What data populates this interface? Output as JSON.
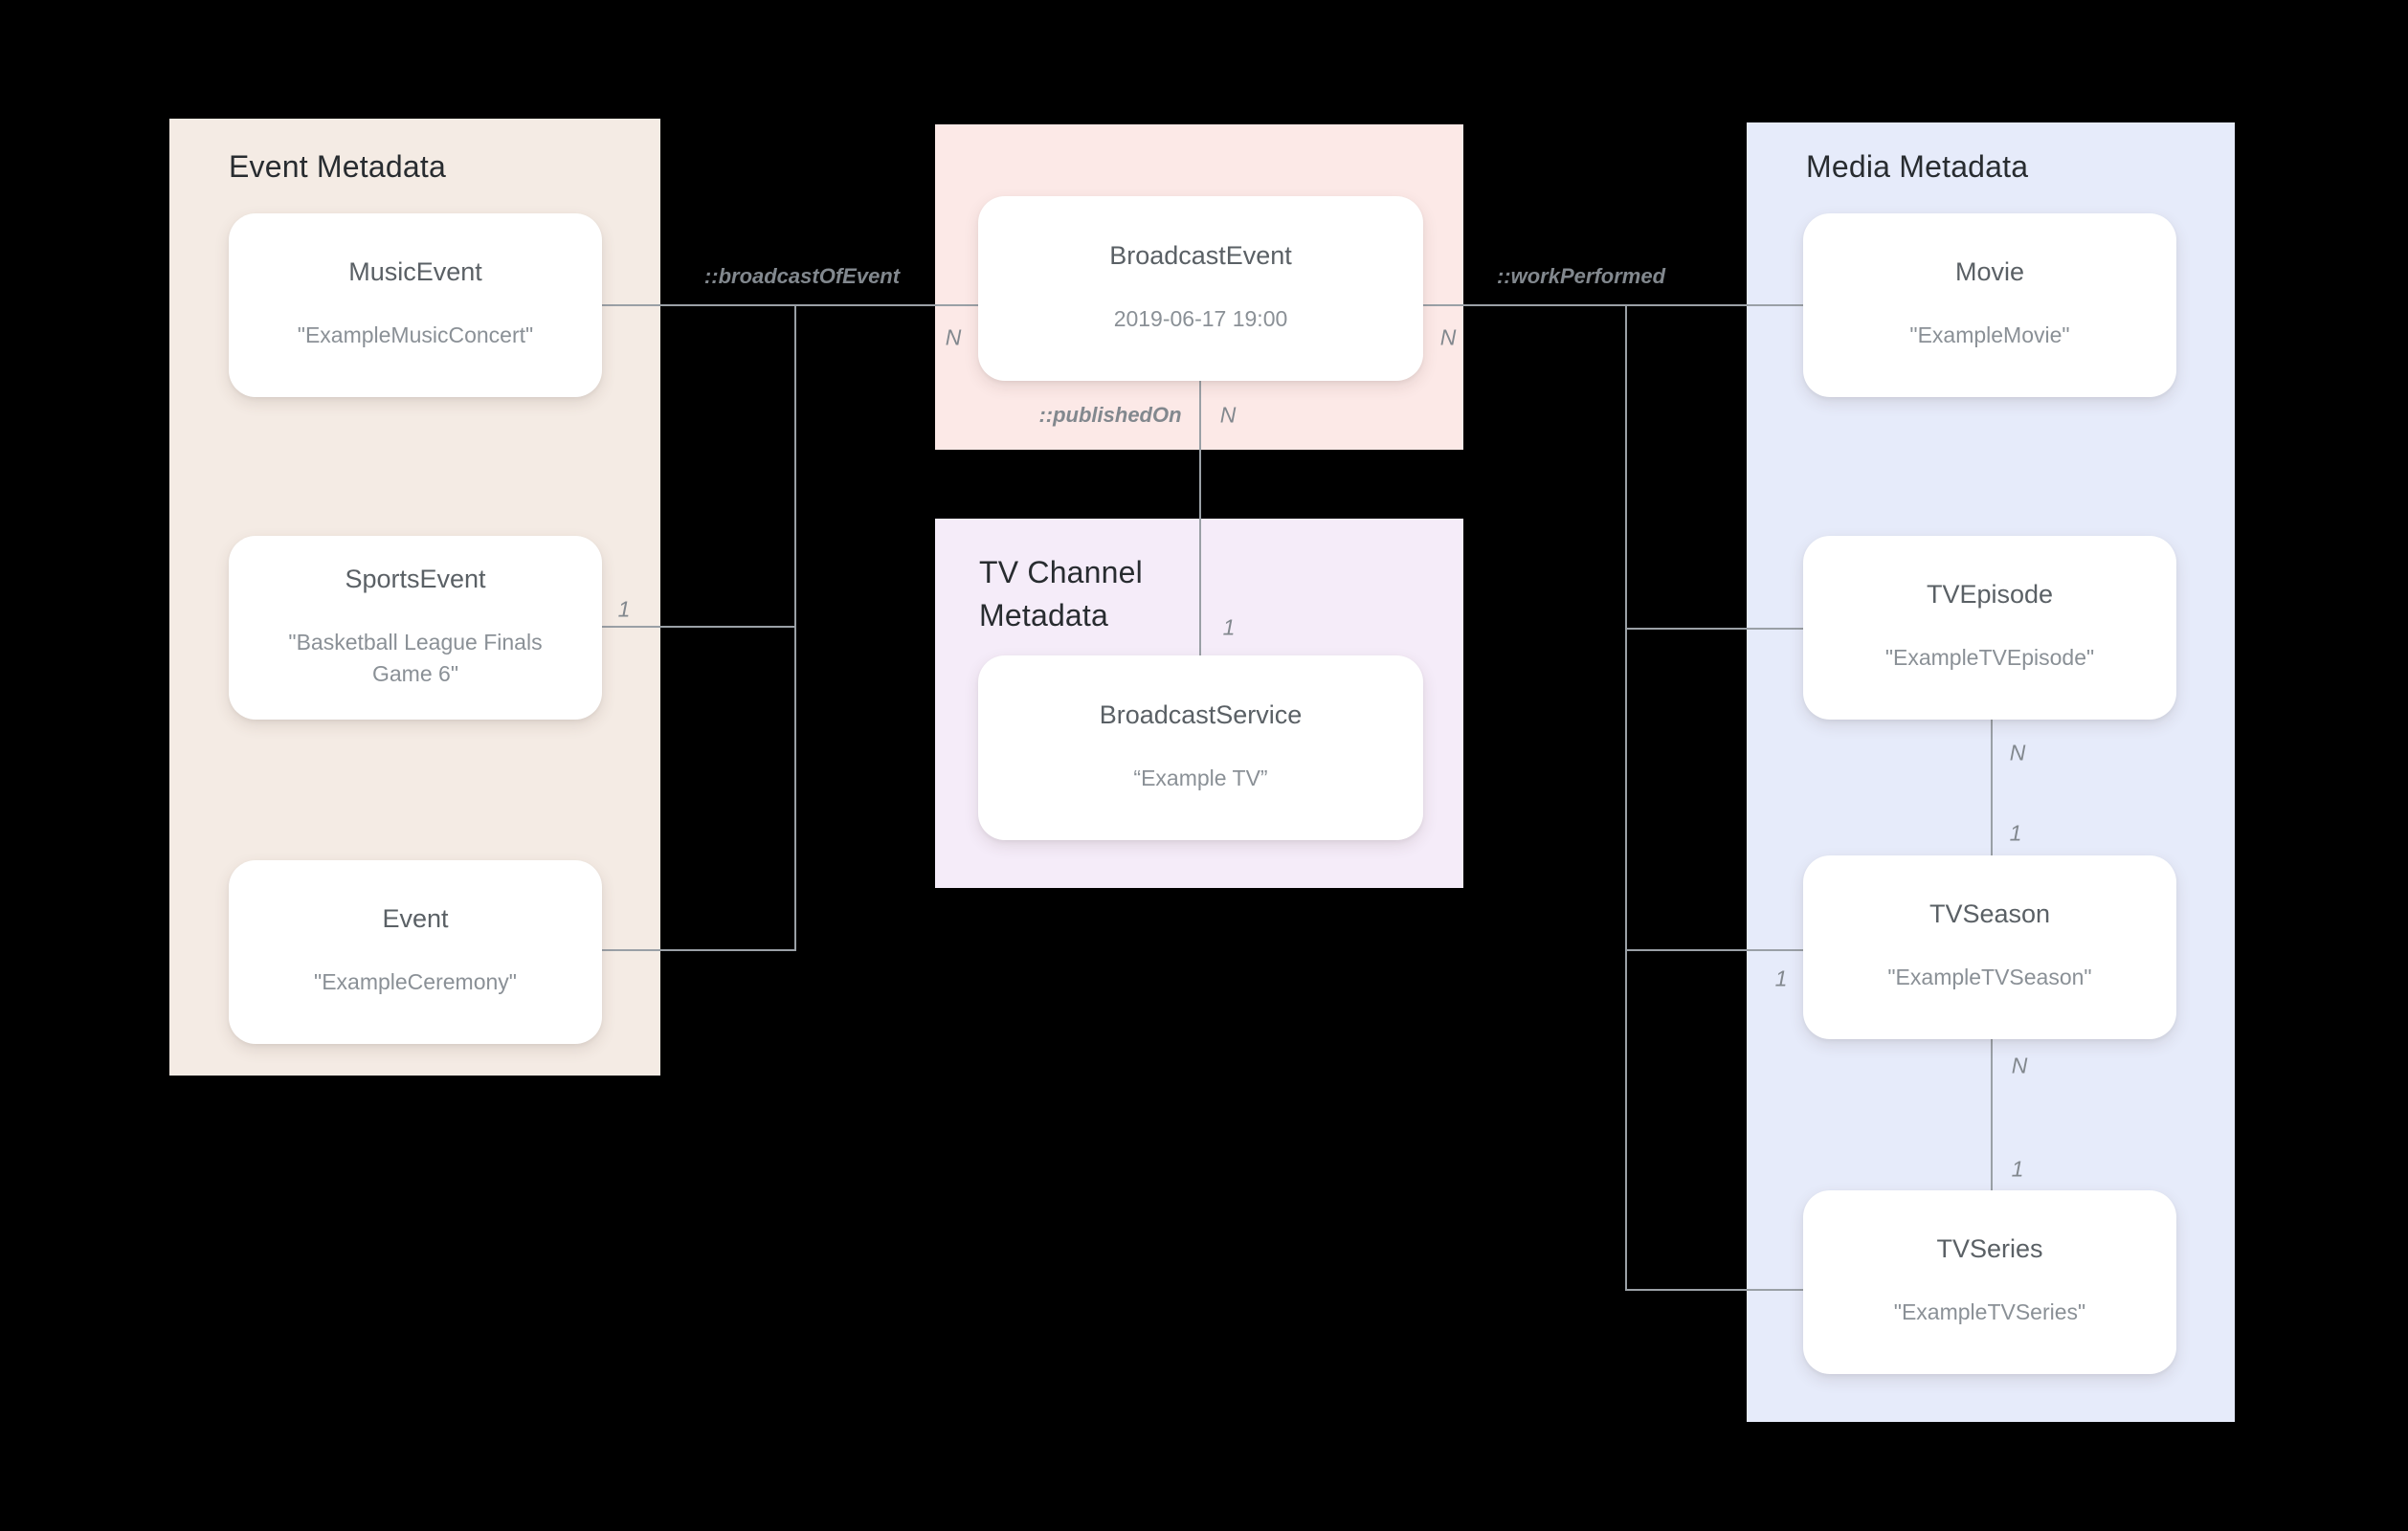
{
  "colors": {
    "event_panel_bg": "#f4ebe4",
    "broadcast_panel_bg": "#fce9e7",
    "tv_channel_panel_bg": "#f5ecf9",
    "media_panel_bg": "#e6ebfa",
    "card_bg": "#ffffff",
    "line": "#9aa0a6",
    "panel_title": "#282c30",
    "card_title": "#5a6065",
    "card_value": "#8a9096",
    "edge_label": "#82888e"
  },
  "panels": {
    "event": {
      "title": "Event Metadata",
      "cards": [
        {
          "title": "MusicEvent",
          "value": "\"ExampleMusicConcert\""
        },
        {
          "title": "SportsEvent",
          "value": "\"Basketball League Finals Game 6\""
        },
        {
          "title": "Event",
          "value": "\"ExampleCeremony\""
        }
      ]
    },
    "broadcast": {
      "cards": [
        {
          "title": "BroadcastEvent",
          "value": "2019-06-17 19:00"
        }
      ]
    },
    "tv_channel": {
      "title": "TV Channel Metadata",
      "cards": [
        {
          "title": "BroadcastService",
          "value": "“Example TV”"
        }
      ]
    },
    "media": {
      "title": "Media Metadata",
      "cards": [
        {
          "title": "Movie",
          "value": "\"ExampleMovie\""
        },
        {
          "title": "TVEpisode",
          "value": "\"ExampleTVEpisode\""
        },
        {
          "title": "TVSeason",
          "value": "\"ExampleTVSeason\""
        },
        {
          "title": "TVSeries",
          "value": "\"ExampleTVSeries\""
        }
      ]
    }
  },
  "edges": {
    "broadcast_of_event": "::broadcastOfEvent",
    "work_performed": "::workPerformed",
    "published_on": "::publishedOn"
  },
  "cardinalities": {
    "broadcast_event_left": "N",
    "broadcast_event_right": "N",
    "broadcast_event_bottom": "N",
    "broadcast_service_top": "1",
    "sports_event_right": "1",
    "tv_season_left": "1",
    "episode_season_top": "N",
    "episode_season_bottom": "1",
    "season_series_top": "N",
    "season_series_bottom": "1"
  }
}
